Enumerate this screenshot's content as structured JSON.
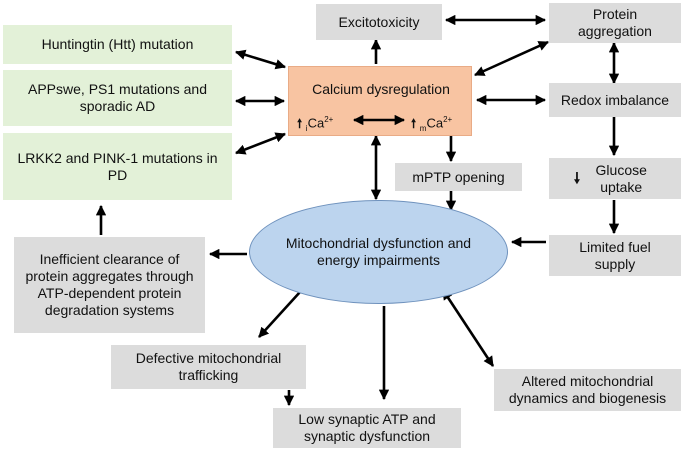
{
  "nodes": {
    "htt": "Huntingtin (Htt) mutation",
    "app": "APPswe, PS1 mutations and sporadic AD",
    "lrrk2": "LRKK2 and PINK-1 mutations in PD",
    "calcium": "Calcium dysregulation",
    "ca_i_base": "Ca",
    "ca_i_sub": "i",
    "ca_i_sup": "2+",
    "ca_m_base": "Ca",
    "ca_m_sub": "m",
    "ca_m_sup": "2+",
    "excitotoxicity": "Excitotoxicity",
    "protein_aggregation": "Protein aggregation",
    "redox": "Redox imbalance",
    "mptp": "mPTP opening",
    "glucose": "Glucose uptake",
    "fuel": "Limited fuel supply",
    "mito": "Mitochondrial dysfunction and energy impairments",
    "clearance": "Inefficient clearance of protein aggregates through ATP-dependent protein degradation systems",
    "trafficking": "Defective mitochondrial trafficking",
    "synaptic": "Low synaptic ATP and synaptic dysfunction",
    "dynamics": "Altered mitochondrial dynamics and biogenesis"
  },
  "colors": {
    "green_box": "#e3f1d8",
    "gray_box": "#dcdcdc",
    "calcium_box": "#f8c4a2",
    "ellipse_fill": "#bcd4ee",
    "ellipse_border": "#6f92bd",
    "arrow": "#000000"
  }
}
